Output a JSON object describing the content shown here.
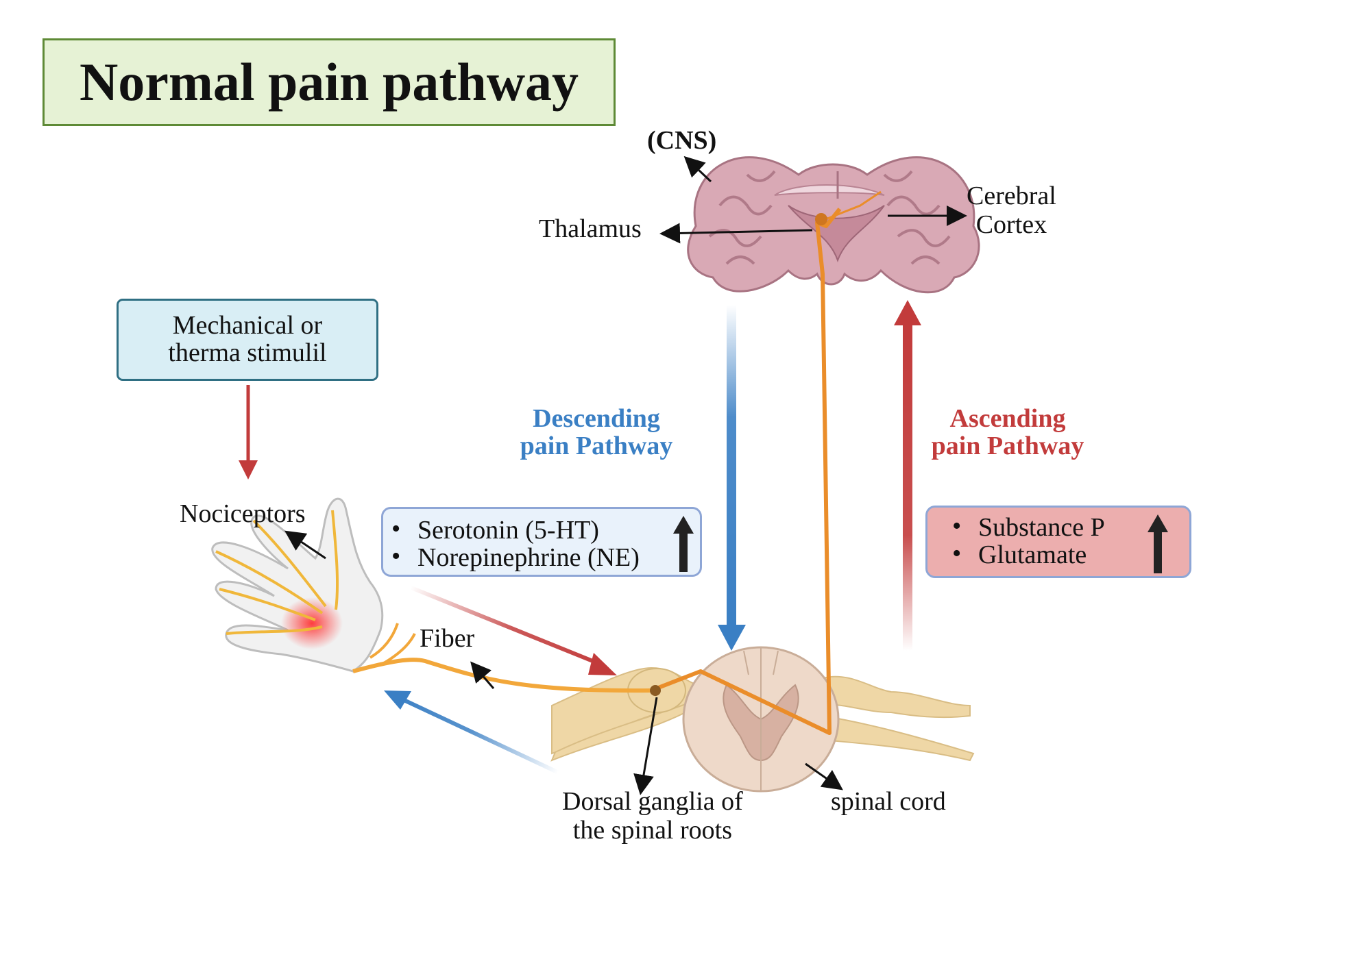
{
  "title": "Normal pain pathway",
  "labels": {
    "cns": "(CNS)",
    "cerebral_cortex_line1": "Cerebral",
    "cerebral_cortex_line2": "Cortex",
    "thalamus": "Thalamus",
    "nociceptors": "Nociceptors",
    "fiber": "Fiber",
    "dorsal_ganglia_line1": "Dorsal ganglia of",
    "dorsal_ganglia_line2": "the spinal roots",
    "spinal_cord": "spinal cord"
  },
  "stimulus": {
    "line1": "Mechanical or",
    "line2": "therma stimulil"
  },
  "descending": {
    "heading_line1": "Descending",
    "heading_line2": "pain Pathway",
    "items": [
      "Serotonin (5-HT)",
      "Norepinephrine (NE)"
    ],
    "trend": "up",
    "color": "#3a7fc4"
  },
  "ascending": {
    "heading_line1": "Ascending",
    "heading_line2": "pain Pathway",
    "items": [
      "Substance P",
      "Glutamate"
    ],
    "trend": "up",
    "color": "#c23b3b"
  },
  "icons": [
    "brain-illustration",
    "hand-illustration",
    "spinal-cord-illustration",
    "up-arrow-icon"
  ]
}
